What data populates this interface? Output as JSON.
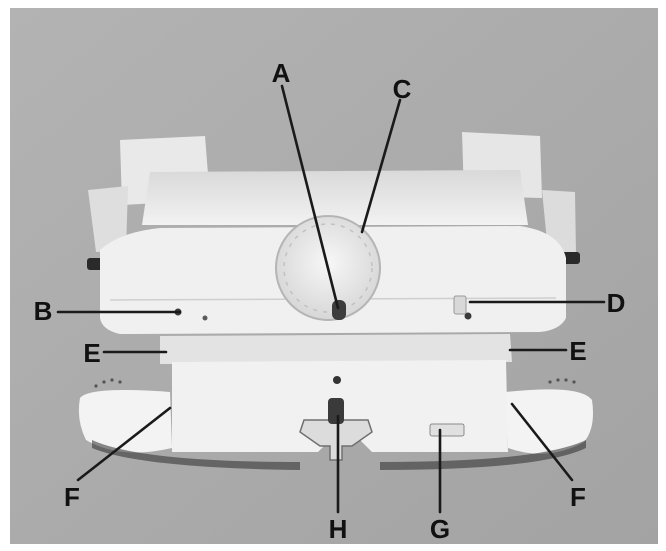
{
  "figure": {
    "callouts": {
      "a": "A",
      "b": "B",
      "c": "C",
      "d": "D",
      "e_left": "E",
      "e_right": "E",
      "f_left": "F",
      "f_right": "F",
      "g": "G",
      "h": "H"
    }
  },
  "colors": {
    "background": "#ababab",
    "machine_body": "#efefef",
    "machine_shadow": "#c9c9c9",
    "label": "#111111"
  }
}
